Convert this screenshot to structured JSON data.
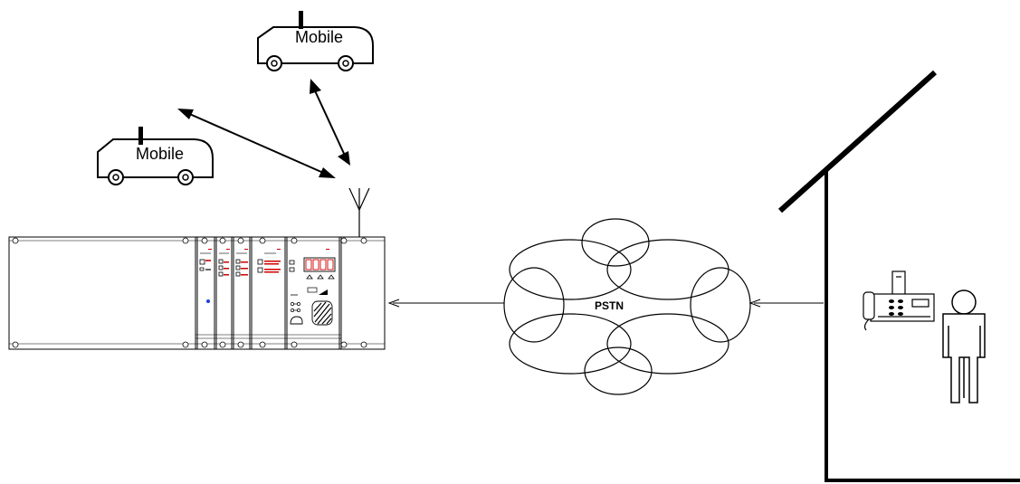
{
  "diagram": {
    "mobile_top_label": "Mobile",
    "mobile_left_label": "Mobile",
    "network_label": "PSTN"
  },
  "colors": {
    "stroke": "#000000",
    "accent_red": "#cc0000",
    "accent_blue": "#1a3fd1",
    "background": "#ffffff"
  }
}
